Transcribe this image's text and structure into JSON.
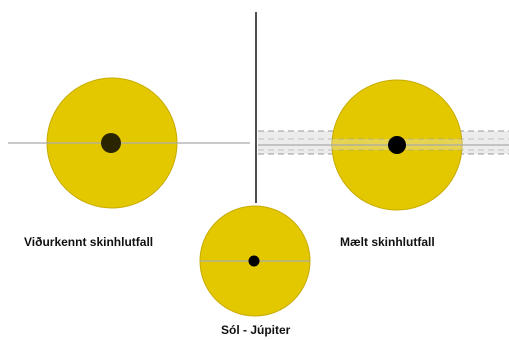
{
  "labels": {
    "accepted": "Viðurkennt skinhlutfall",
    "measured": "Mælt skinhlutfall",
    "sun_jupiter": "Sól - Júpiter"
  },
  "colors": {
    "sun_fill": "#e3c800",
    "sun_stroke": "#c7ab00",
    "planet": "#000000",
    "planet_dark": "#2b2400",
    "line": "#aaaaaa",
    "divider": "#222222",
    "band_fill": "#e9e9e9",
    "band_dash": "#999999"
  }
}
